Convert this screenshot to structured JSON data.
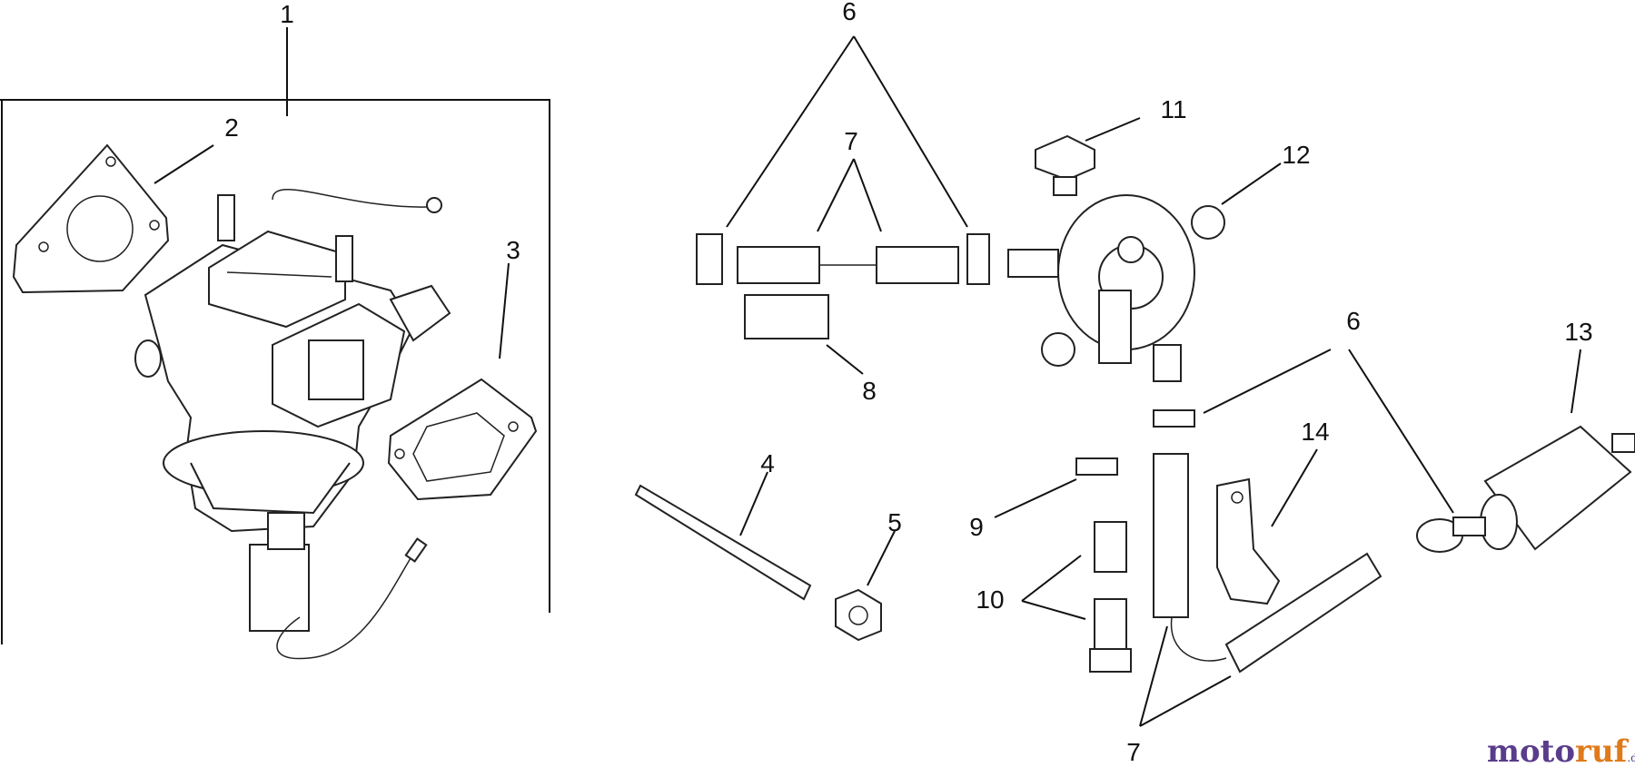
{
  "callouts": {
    "c1": "1",
    "c2": "2",
    "c3": "3",
    "c4": "4",
    "c5": "5",
    "c6a": "6",
    "c6b": "6",
    "c7a": "7",
    "c7b": "7",
    "c8": "8",
    "c9": "9",
    "c10": "10",
    "c11": "11",
    "c12": "12",
    "c13": "13",
    "c14": "14"
  },
  "watermark": {
    "part1": "moto",
    "part2": "ruf",
    "part3": ".de"
  }
}
